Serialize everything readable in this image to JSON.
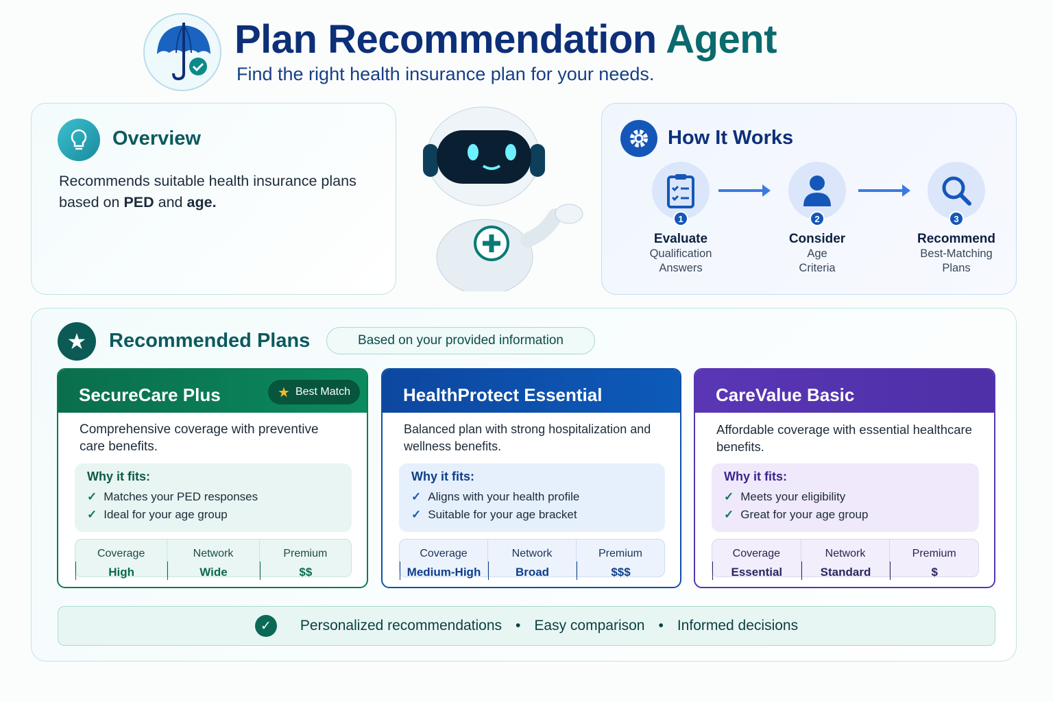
{
  "header": {
    "title_main": "Plan Recommendation",
    "title_accent": "Agent",
    "subtitle": "Find the right health insurance plan for your needs."
  },
  "overview": {
    "title": "Overview",
    "text_1": "Recommends suitable health insurance plans based on ",
    "bold_1": "PED",
    "text_2": " and ",
    "bold_2": "age",
    "text_3": "."
  },
  "how_it_works": {
    "title": "How It Works",
    "steps": [
      {
        "num": "1",
        "title": "Evaluate",
        "line1": "Qualification",
        "line2": "Answers",
        "icon": "clipboard-checklist-icon"
      },
      {
        "num": "2",
        "title": "Consider",
        "line1": "Age",
        "line2": "Criteria",
        "icon": "person-icon"
      },
      {
        "num": "3",
        "title": "Recommend",
        "line1": "Best-Matching",
        "line2": "Plans",
        "icon": "search-icon"
      }
    ]
  },
  "recommended": {
    "title": "Recommended Plans",
    "badge": "Based on your provided information"
  },
  "plans": [
    {
      "name": "SecureCare Plus",
      "tag": "Best Match",
      "desc": "Comprehensive coverage with preventive care benefits.",
      "why_title": "Why it fits:",
      "reasons": [
        "Matches your PED responses",
        "Ideal for your age group"
      ],
      "stats": [
        {
          "label": "Coverage",
          "value": "High"
        },
        {
          "label": "Network",
          "value": "Wide"
        },
        {
          "label": "Premium",
          "value": "$$"
        }
      ],
      "color": "#0b7a55"
    },
    {
      "name": "HealthProtect Essential",
      "desc": "Balanced plan with strong hospitalization and wellness benefits.",
      "why_title": "Why it fits:",
      "reasons": [
        "Aligns with your health profile",
        "Suitable for your age bracket"
      ],
      "stats": [
        {
          "label": "Coverage",
          "value": "Medium-High"
        },
        {
          "label": "Network",
          "value": "Broad"
        },
        {
          "label": "Premium",
          "value": "$$$"
        }
      ],
      "color": "#0d4fa8"
    },
    {
      "name": "CareValue Basic",
      "desc": "Affordable coverage with essential healthcare benefits.",
      "why_title": "Why it fits:",
      "reasons": [
        "Meets your eligibility",
        "Great for your age group"
      ],
      "stats": [
        {
          "label": "Coverage",
          "value": "Essential"
        },
        {
          "label": "Network",
          "value": "Standard"
        },
        {
          "label": "Premium",
          "value": "$"
        }
      ],
      "color": "#5535b0"
    }
  ],
  "footer": {
    "items": [
      "Personalized recommendations",
      "Easy comparison",
      "Informed decisions"
    ],
    "sep": "•"
  }
}
